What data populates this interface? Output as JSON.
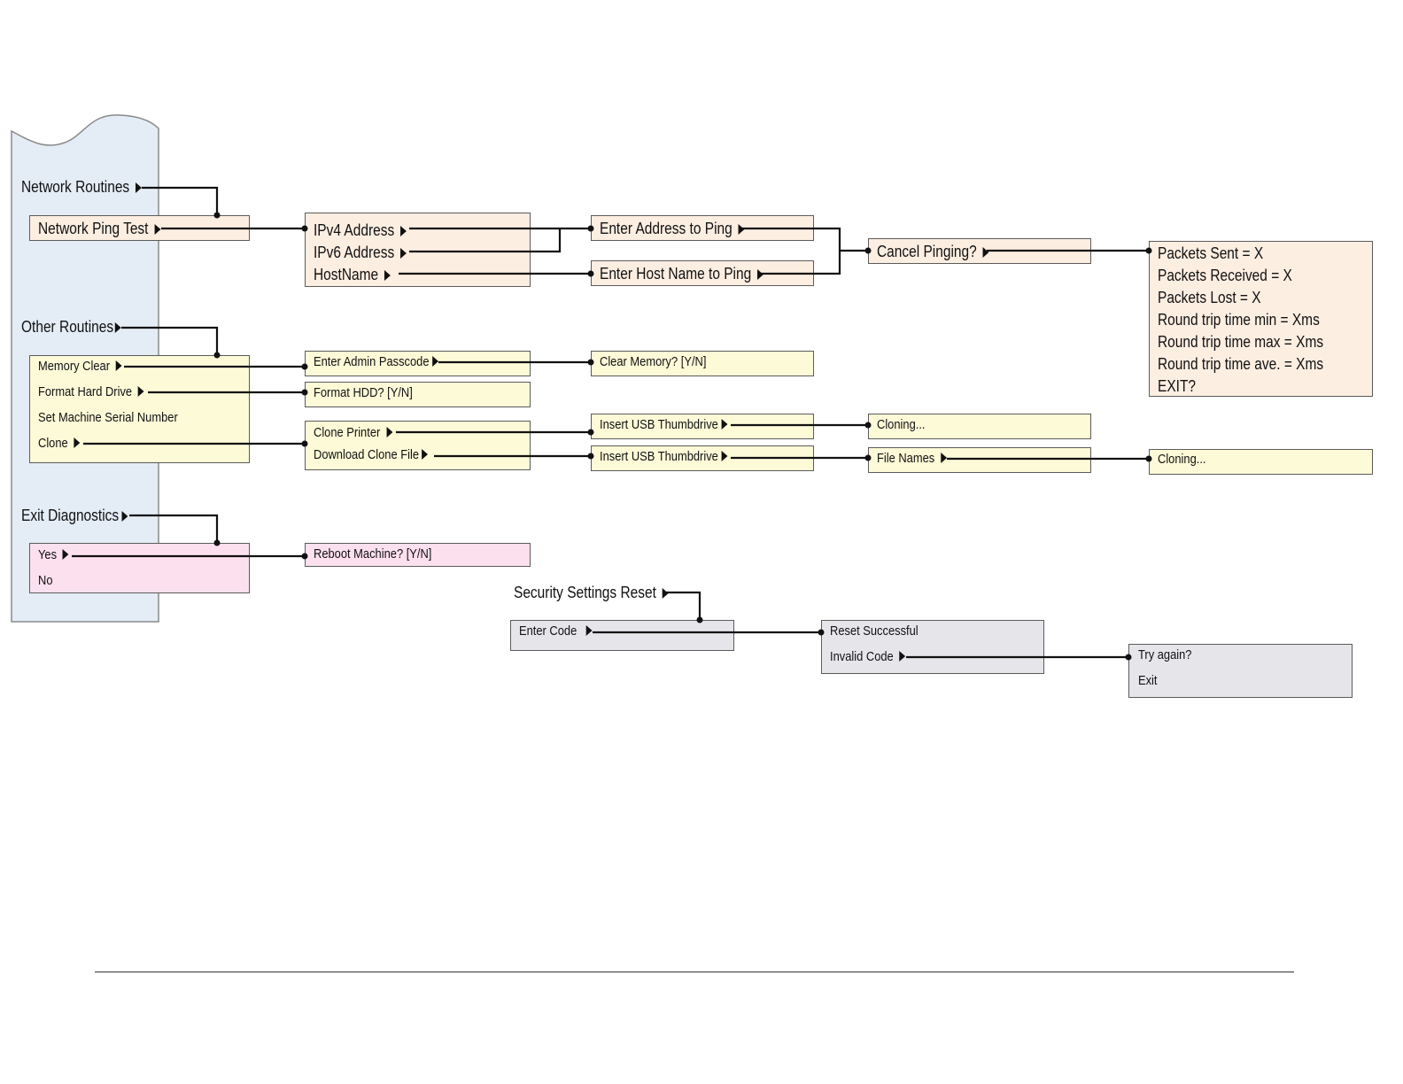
{
  "colors": {
    "peach": "#fdeee2",
    "yellow": "#fdfad8",
    "pink": "#fde0ee",
    "grey": "#e6e6ea",
    "panel": "#e4ecf6"
  },
  "menu": {
    "network_routines": "Network Routines",
    "network_ping_test": "Network Ping Test",
    "other_routines": "Other Routines",
    "memory_clear": "Memory Clear",
    "format_hard_drive": "Format Hard Drive",
    "set_machine_serial_number": "Set Machine Serial Number",
    "clone": "Clone",
    "exit_diagnostics": "Exit Diagnostics",
    "yes": "Yes",
    "no": "No"
  },
  "ping": {
    "ipv4_address": "IPv4 Address",
    "ipv6_address": "IPv6 Address",
    "hostname": "HostName",
    "enter_address": "Enter Address to Ping",
    "enter_host_name": "Enter Host Name to Ping",
    "cancel_pinging": "Cancel Pinging?",
    "results": [
      "Packets Sent = X",
      "Packets Received = X",
      "Packets Lost = X",
      "Round trip time min = Xms",
      "Round trip time max = Xms",
      "Round trip time ave. = Xms",
      "EXIT?"
    ]
  },
  "other": {
    "enter_admin_passcode": "Enter Admin Passcode",
    "clear_memory": "Clear Memory? [Y/N]",
    "format_hdd": "Format HDD? [Y/N]",
    "clone_printer": "Clone Printer",
    "download_clone_file": "Download Clone File",
    "insert_usb_1": "Insert USB Thumbdrive",
    "insert_usb_2": "Insert USB Thumbdrive",
    "cloning_1": "Cloning...",
    "file_names": "File Names",
    "cloning_2": "Cloning..."
  },
  "exit": {
    "reboot_machine": "Reboot Machine? [Y/N]"
  },
  "security": {
    "title": "Security Settings Reset",
    "enter_code": "Enter Code",
    "reset_successful": "Reset Successful",
    "invalid_code": "Invalid Code",
    "try_again": "Try again?",
    "exit": "Exit"
  }
}
